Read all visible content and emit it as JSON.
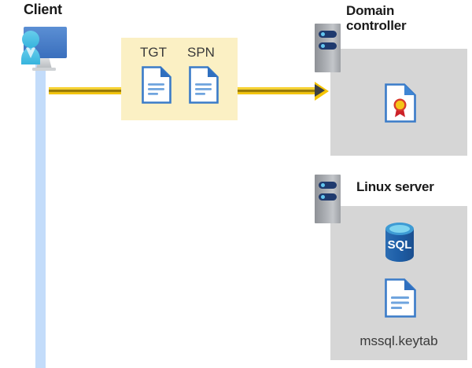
{
  "diagram": {
    "title": "Kerberos authentication flow diagram",
    "client": {
      "label": "Client",
      "icon": "workstation-user-icon",
      "lifeline_color": "#c3dcfa"
    },
    "message_box": {
      "background_color": "#fbf0c4",
      "items": [
        {
          "label": "TGT",
          "icon": "document-icon"
        },
        {
          "label": "SPN",
          "icon": "document-icon"
        }
      ]
    },
    "arrow": {
      "direction": "right",
      "body_color": "#f5c400",
      "head_color": "#3d4045"
    },
    "nodes": [
      {
        "id": "domain-controller",
        "label": "Domain controller",
        "label_lines": [
          "Domain",
          "controller"
        ],
        "icon": "server-rack-icon",
        "panel_color": "#d6d6d6",
        "contents": [
          {
            "icon": "certificate-document-icon",
            "label": ""
          }
        ]
      },
      {
        "id": "linux-server",
        "label": "Linux server",
        "label_lines": [
          "Linux server"
        ],
        "icon": "server-rack-icon",
        "panel_color": "#d6d6d6",
        "contents": [
          {
            "icon": "sql-database-icon",
            "label": "SQL"
          },
          {
            "icon": "document-icon",
            "label": "mssql.keytab"
          }
        ]
      }
    ]
  }
}
